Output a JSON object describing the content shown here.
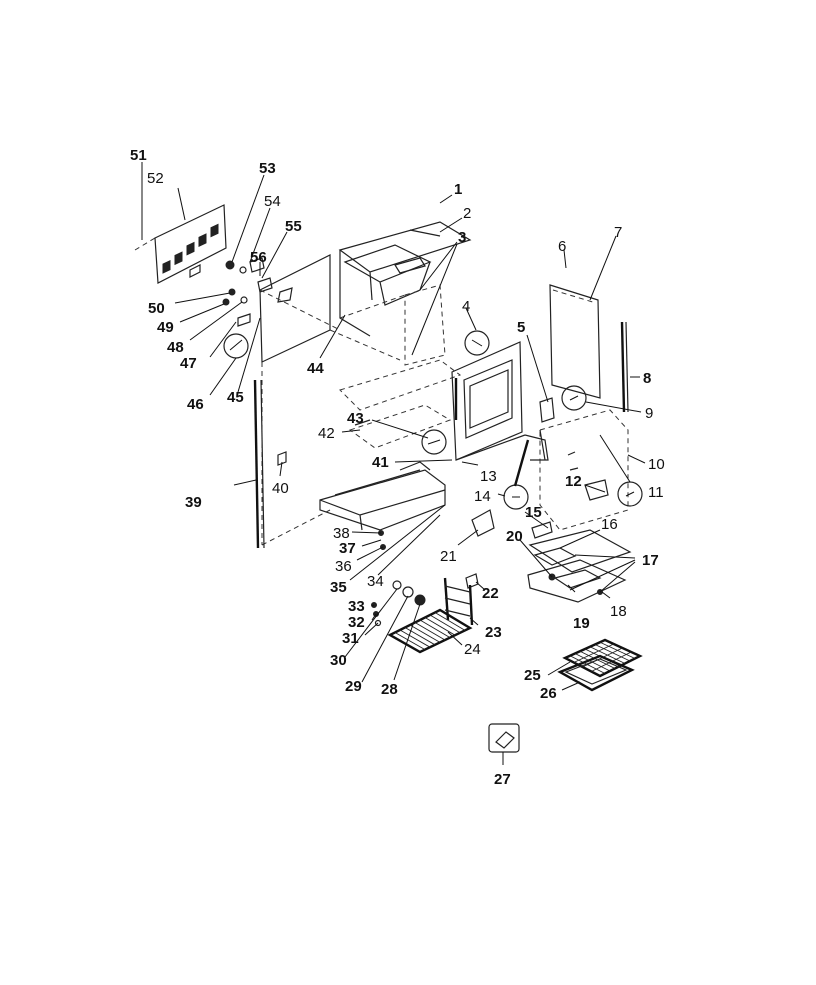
{
  "labels": [
    {
      "key": "p1",
      "text": "1",
      "bold": true
    },
    {
      "key": "p2",
      "text": "2",
      "bold": false
    },
    {
      "key": "p3",
      "text": "3",
      "bold": true
    },
    {
      "key": "p4",
      "text": "4",
      "bold": false
    },
    {
      "key": "p5",
      "text": "5",
      "bold": true
    },
    {
      "key": "p6",
      "text": "6",
      "bold": false
    },
    {
      "key": "p7",
      "text": "7",
      "bold": false
    },
    {
      "key": "p8",
      "text": "8",
      "bold": true
    },
    {
      "key": "p9",
      "text": "9",
      "bold": false
    },
    {
      "key": "p10",
      "text": "10",
      "bold": false
    },
    {
      "key": "p11",
      "text": "11",
      "bold": false
    },
    {
      "key": "p12",
      "text": "12",
      "bold": true
    },
    {
      "key": "p13",
      "text": "13",
      "bold": false
    },
    {
      "key": "p14",
      "text": "14",
      "bold": false
    },
    {
      "key": "p15",
      "text": "15",
      "bold": true
    },
    {
      "key": "p16",
      "text": "16",
      "bold": false
    },
    {
      "key": "p17",
      "text": "17",
      "bold": true
    },
    {
      "key": "p18",
      "text": "18",
      "bold": false
    },
    {
      "key": "p19",
      "text": "19",
      "bold": true
    },
    {
      "key": "p20",
      "text": "20",
      "bold": true
    },
    {
      "key": "p21",
      "text": "21",
      "bold": false
    },
    {
      "key": "p22",
      "text": "22",
      "bold": true
    },
    {
      "key": "p23",
      "text": "23",
      "bold": true
    },
    {
      "key": "p24",
      "text": "24",
      "bold": false
    },
    {
      "key": "p25",
      "text": "25",
      "bold": true
    },
    {
      "key": "p26",
      "text": "26",
      "bold": true
    },
    {
      "key": "p27",
      "text": "27",
      "bold": true
    },
    {
      "key": "p28",
      "text": "28",
      "bold": true
    },
    {
      "key": "p29",
      "text": "29",
      "bold": true
    },
    {
      "key": "p30",
      "text": "30",
      "bold": true
    },
    {
      "key": "p31",
      "text": "31",
      "bold": true
    },
    {
      "key": "p32",
      "text": "32",
      "bold": true
    },
    {
      "key": "p33",
      "text": "33",
      "bold": true
    },
    {
      "key": "p34",
      "text": "34",
      "bold": false
    },
    {
      "key": "p35",
      "text": "35",
      "bold": true
    },
    {
      "key": "p36",
      "text": "36",
      "bold": false
    },
    {
      "key": "p37",
      "text": "37",
      "bold": true
    },
    {
      "key": "p38",
      "text": "38",
      "bold": false
    },
    {
      "key": "p39",
      "text": "39",
      "bold": true
    },
    {
      "key": "p40",
      "text": "40",
      "bold": false
    },
    {
      "key": "p41",
      "text": "41",
      "bold": true
    },
    {
      "key": "p42",
      "text": "42",
      "bold": false
    },
    {
      "key": "p43",
      "text": "43",
      "bold": true
    },
    {
      "key": "p44",
      "text": "44",
      "bold": true
    },
    {
      "key": "p45",
      "text": "45",
      "bold": true
    },
    {
      "key": "p46",
      "text": "46",
      "bold": true
    },
    {
      "key": "p47",
      "text": "47",
      "bold": true
    },
    {
      "key": "p48",
      "text": "48",
      "bold": true
    },
    {
      "key": "p49",
      "text": "49",
      "bold": true
    },
    {
      "key": "p50",
      "text": "50",
      "bold": true
    },
    {
      "key": "p51",
      "text": "51",
      "bold": true
    },
    {
      "key": "p52",
      "text": "52",
      "bold": false
    },
    {
      "key": "p53",
      "text": "53",
      "bold": true
    },
    {
      "key": "p54",
      "text": "54",
      "bold": false
    },
    {
      "key": "p55",
      "text": "55",
      "bold": true
    },
    {
      "key": "p56",
      "text": "56",
      "bold": true
    }
  ]
}
